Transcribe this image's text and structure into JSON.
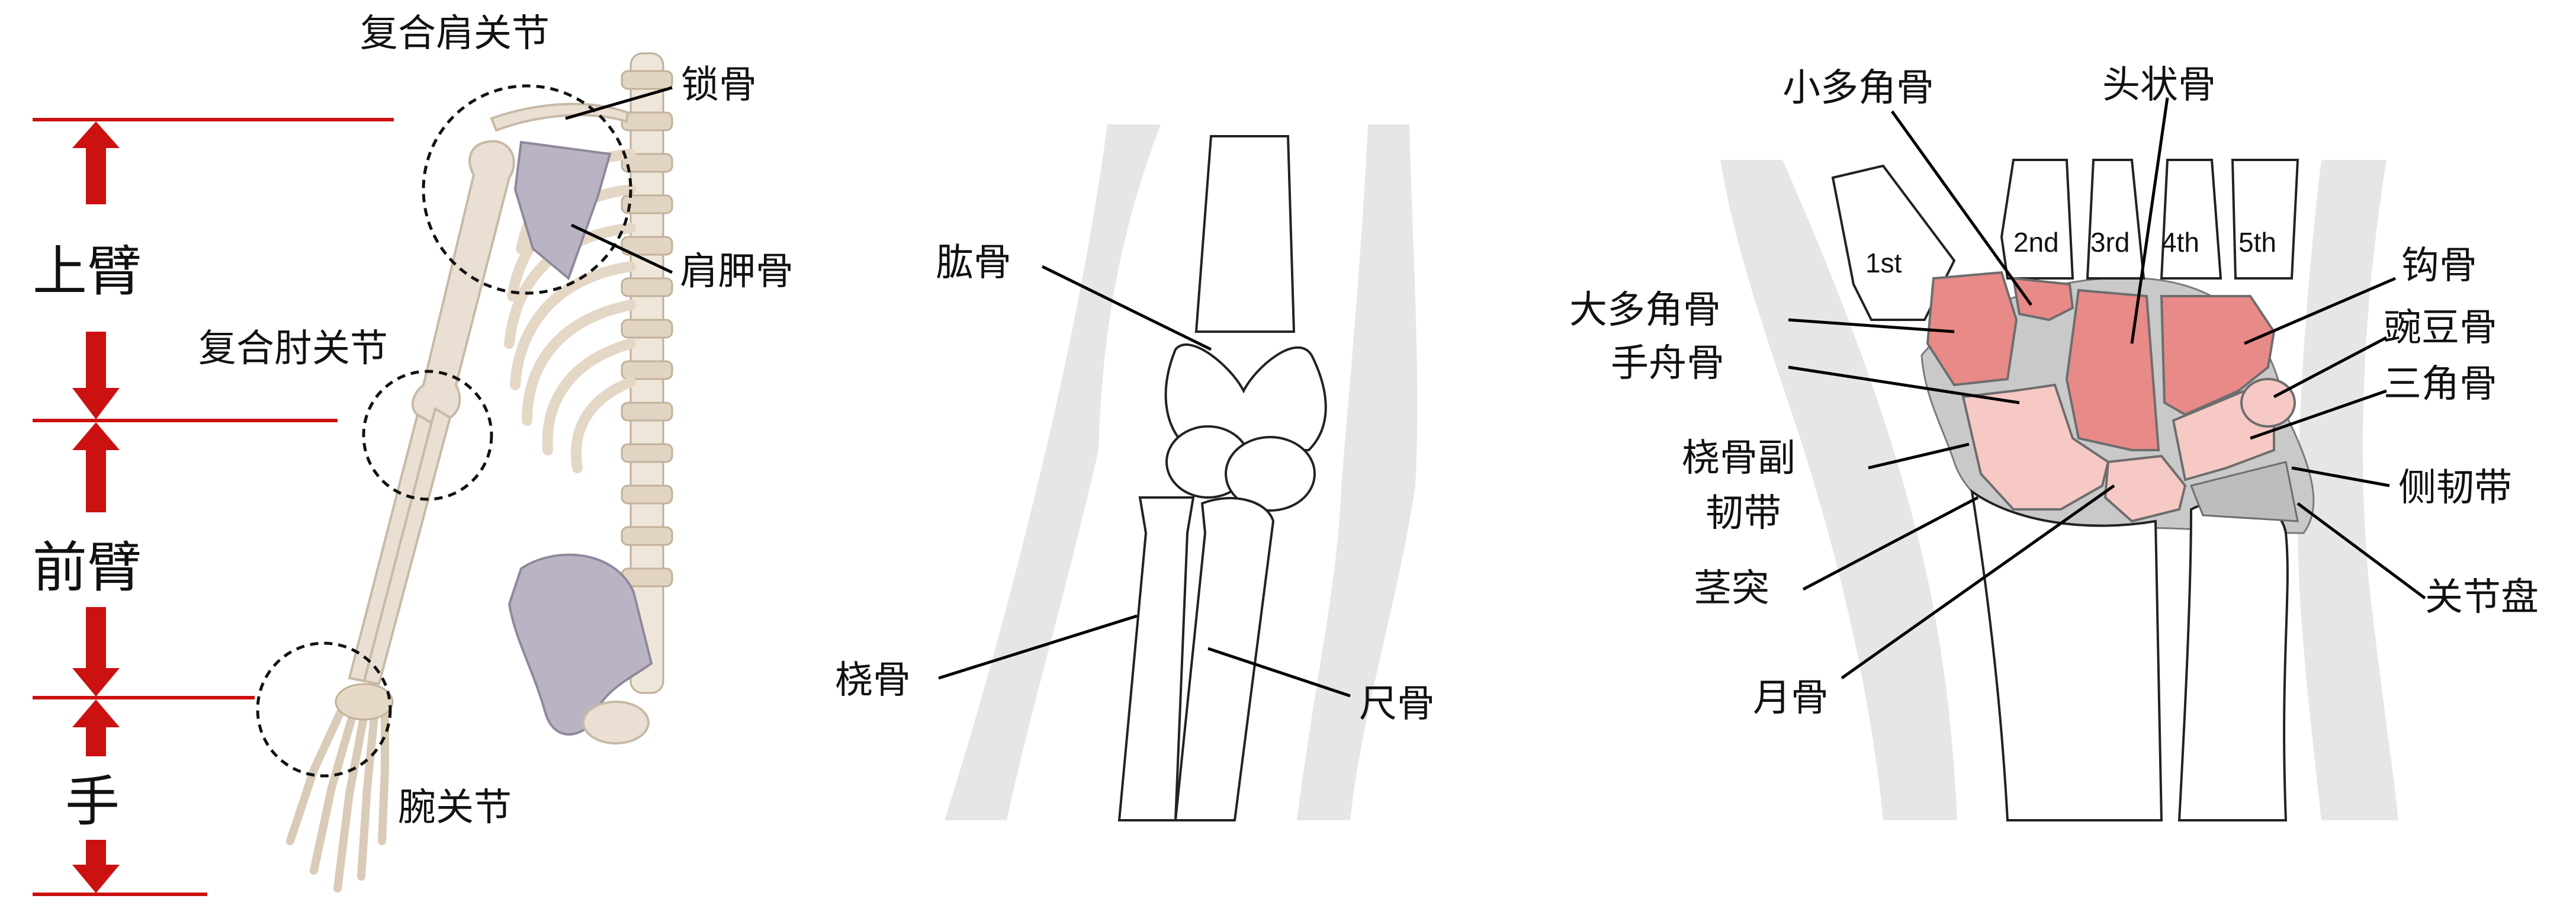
{
  "colors": {
    "measure_line": "#cc1111",
    "carpal_dark": "#e88a88",
    "carpal_light": "#f6c9c4",
    "skin_gray": "#e6e6e6",
    "ligament_gray": "#c9c9c9"
  },
  "panel_arm": {
    "segments": {
      "upper_arm": "上臂",
      "forearm": "前臂",
      "hand": "手"
    },
    "labels": {
      "shoulder_complex": "复合肩关节",
      "elbow_complex": "复合肘关节",
      "wrist_joint": "腕关节",
      "clavicle": "锁骨",
      "scapula": "肩胛骨"
    }
  },
  "panel_elbow": {
    "labels": {
      "humerus": "肱骨",
      "radius": "桡骨",
      "ulna": "尺骨"
    }
  },
  "panel_wrist": {
    "metacarpals": [
      "1st",
      "2nd",
      "3rd",
      "4th",
      "5th"
    ],
    "labels": {
      "trapezoid": "小多角骨",
      "capitate": "头状骨",
      "trapezium": "大多角骨",
      "scaphoid": "手舟骨",
      "radial_collateral_line1": "桡骨副",
      "radial_collateral_line2": "韧带",
      "styloid": "茎突",
      "lunate": "月骨",
      "hamate": "钩骨",
      "pisiform": "豌豆骨",
      "triquetrum": "三角骨",
      "collateral_ligament": "侧韧带",
      "articular_disc": "关节盘"
    }
  }
}
